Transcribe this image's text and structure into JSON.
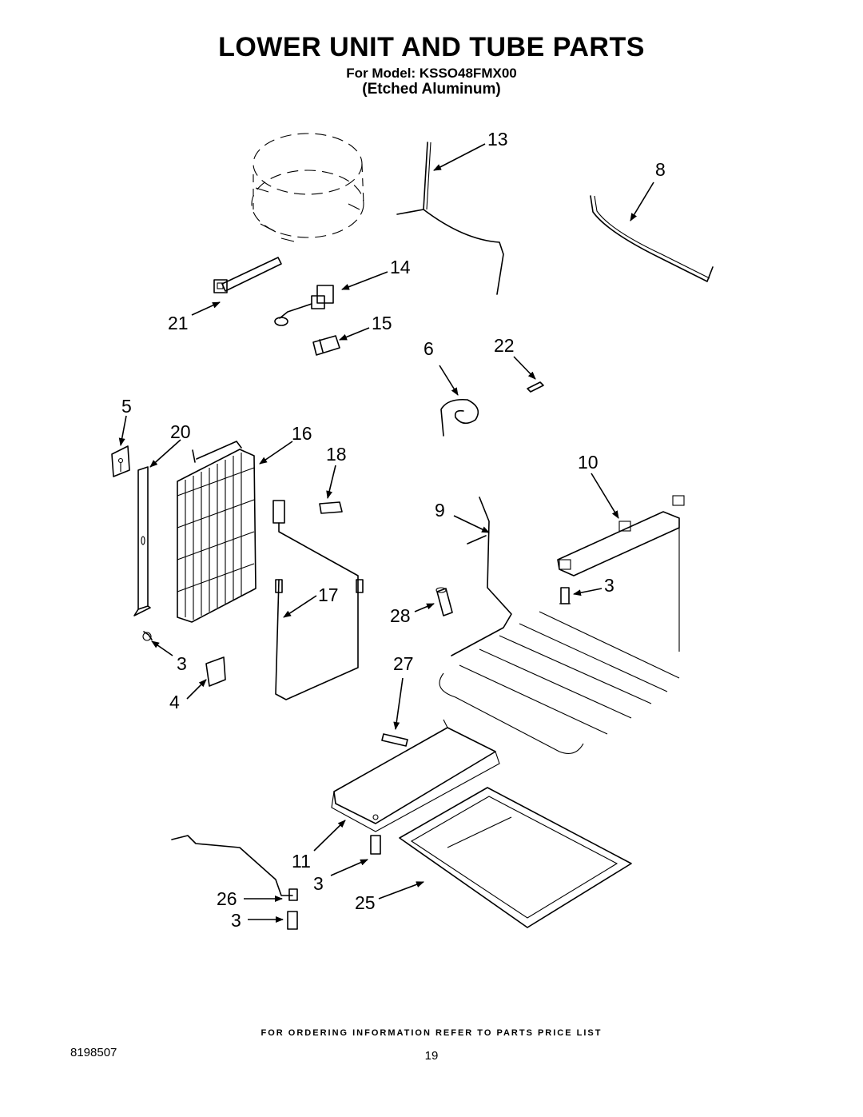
{
  "header": {
    "title": "LOWER UNIT AND TUBE PARTS",
    "model_line": "For Model: KSSO48FMX00",
    "finish_line": "(Etched Aluminum)"
  },
  "callouts": {
    "c13": "13",
    "c8": "8",
    "c14": "14",
    "c21": "21",
    "c15": "15",
    "c6": "6",
    "c22": "22",
    "c5": "5",
    "c20": "20",
    "c16": "16",
    "c18": "18",
    "c10": "10",
    "c9": "9",
    "c3a": "3",
    "c17": "17",
    "c28": "28",
    "c3b": "3",
    "c27": "27",
    "c4": "4",
    "c11": "11",
    "c3c": "3",
    "c26": "26",
    "c25": "25",
    "c3d": "3"
  },
  "footer": {
    "note": "FOR ORDERING INFORMATION REFER TO PARTS PRICE LIST",
    "doc_number": "8198507",
    "page_number": "19"
  }
}
